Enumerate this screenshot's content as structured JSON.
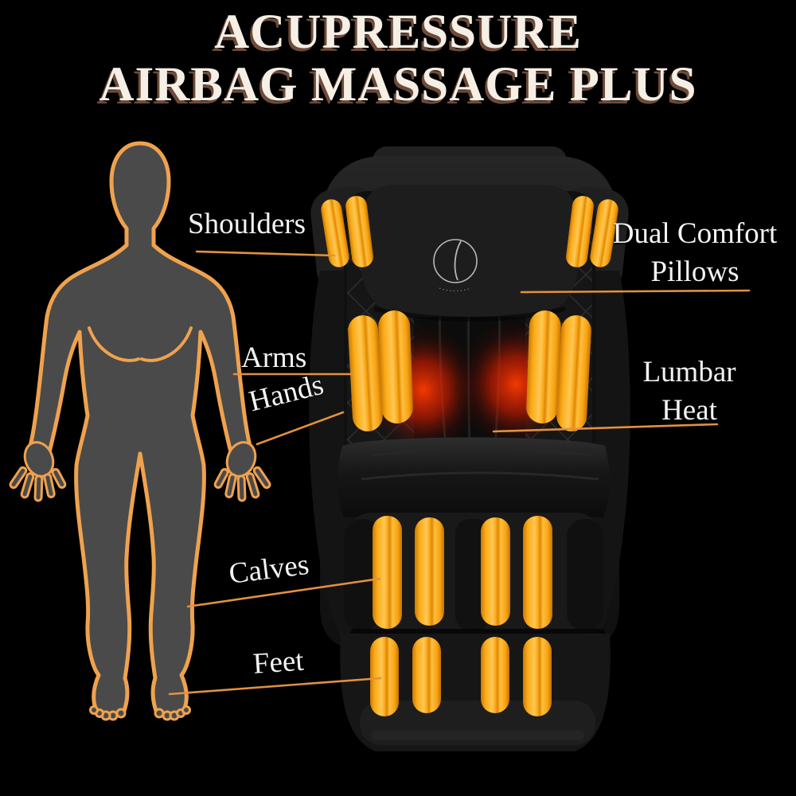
{
  "title": {
    "line1": "ACUPRESSURE",
    "line2": "AIRBAG MASSAGE PLUS"
  },
  "callouts": {
    "shoulders": {
      "label": "Shoulders"
    },
    "dual_comfort": {
      "line1": "Dual Comfort",
      "line2": "Pillows"
    },
    "arms": {
      "label": "Arms"
    },
    "hands": {
      "label": "Hands"
    },
    "lumbar": {
      "line1": "Lumbar",
      "line2": "Heat"
    },
    "calves": {
      "label": "Calves"
    },
    "feet": {
      "label": "Feet"
    }
  },
  "icons": {
    "brand_logo": "circle-slash-brand-logo"
  },
  "colors": {
    "background": "#000000",
    "title_fill": "#f6efe6",
    "title_shadow": "#6e4b39",
    "label_text": "#f3f3f3",
    "leader_line": "#e2913f",
    "body_outline": "#efa24e",
    "body_fill": "#4a4a4a",
    "airbag_orange": "#f9a515",
    "heat_red": "#e02800",
    "chair_black": "#171717"
  }
}
